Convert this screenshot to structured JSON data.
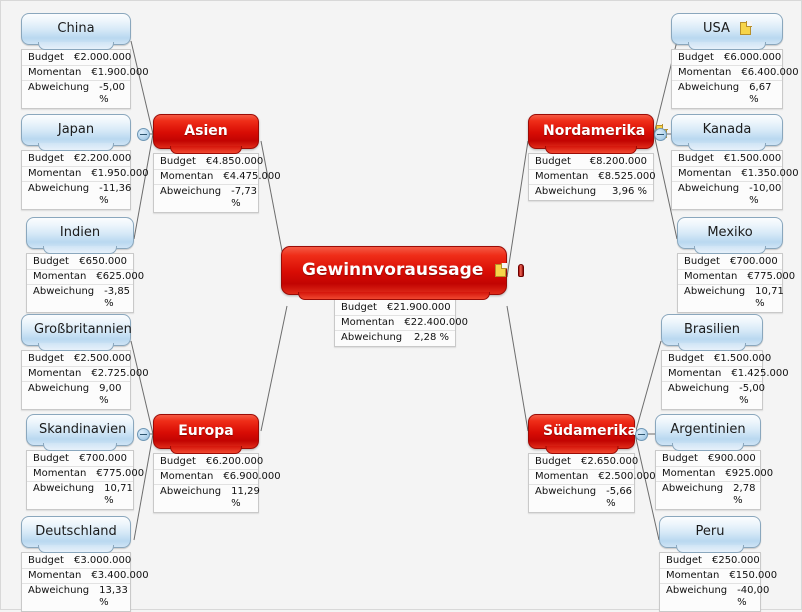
{
  "labels": {
    "budget": "Budget",
    "current": "Momentan",
    "variance": "Abweichung"
  },
  "colors": {
    "branch": "#d90d05",
    "leaf": "#d6e9f7",
    "canvas": "#f4f4f4",
    "note": "#f7d54a"
  },
  "root": {
    "title": "Gewinnvoraussage",
    "icons": [
      "note-icon",
      "attachment-icon"
    ],
    "budget": "€21.900.000",
    "current": "€22.400.000",
    "variance": "2,28 %"
  },
  "branches": [
    {
      "id": "asien",
      "title": "Asien",
      "budget": "€4.850.000",
      "current": "€4.475.000",
      "variance": "-7,73 %",
      "children": [
        {
          "id": "china",
          "title": "China",
          "budget": "€2.000.000",
          "current": "€1.900.000",
          "variance": "-5,00 %"
        },
        {
          "id": "japan",
          "title": "Japan",
          "budget": "€2.200.000",
          "current": "€1.950.000",
          "variance": "-11,36 %"
        },
        {
          "id": "indien",
          "title": "Indien",
          "budget": "€650.000",
          "current": "€625.000",
          "variance": "-3,85 %"
        }
      ]
    },
    {
      "id": "europa",
      "title": "Europa",
      "budget": "€6.200.000",
      "current": "€6.900.000",
      "variance": "11,29 %",
      "children": [
        {
          "id": "grossbritannien",
          "title": "Großbritannien",
          "budget": "€2.500.000",
          "current": "€2.725.000",
          "variance": "9,00 %"
        },
        {
          "id": "skandinavien",
          "title": "Skandinavien",
          "budget": "€700.000",
          "current": "€775.000",
          "variance": "10,71 %"
        },
        {
          "id": "deutschland",
          "title": "Deutschland",
          "budget": "€3.000.000",
          "current": "€3.400.000",
          "variance": "13,33 %"
        }
      ]
    },
    {
      "id": "nordamerika",
      "title": "Nordamerika",
      "icons": [
        "note-icon"
      ],
      "budget": "€8.200.000",
      "current": "€8.525.000",
      "variance": "3,96 %",
      "children": [
        {
          "id": "usa",
          "title": "USA",
          "icons": [
            "note-icon"
          ],
          "budget": "€6.000.000",
          "current": "€6.400.000",
          "variance": "6,67 %"
        },
        {
          "id": "kanada",
          "title": "Kanada",
          "budget": "€1.500.000",
          "current": "€1.350.000",
          "variance": "-10,00 %"
        },
        {
          "id": "mexiko",
          "title": "Mexiko",
          "budget": "€700.000",
          "current": "€775.000",
          "variance": "10,71 %"
        }
      ]
    },
    {
      "id": "suedamerika",
      "title": "Südamerika",
      "budget": "€2.650.000",
      "current": "€2.500.000",
      "variance": "-5,66 %",
      "children": [
        {
          "id": "brasilien",
          "title": "Brasilien",
          "budget": "€1.500.000",
          "current": "€1.425.000",
          "variance": "-5,00 %"
        },
        {
          "id": "argentinien",
          "title": "Argentinien",
          "budget": "€900.000",
          "current": "€925.000",
          "variance": "2,78 %"
        },
        {
          "id": "peru",
          "title": "Peru",
          "budget": "€250.000",
          "current": "€150.000",
          "variance": "-40,00 %"
        }
      ]
    }
  ]
}
